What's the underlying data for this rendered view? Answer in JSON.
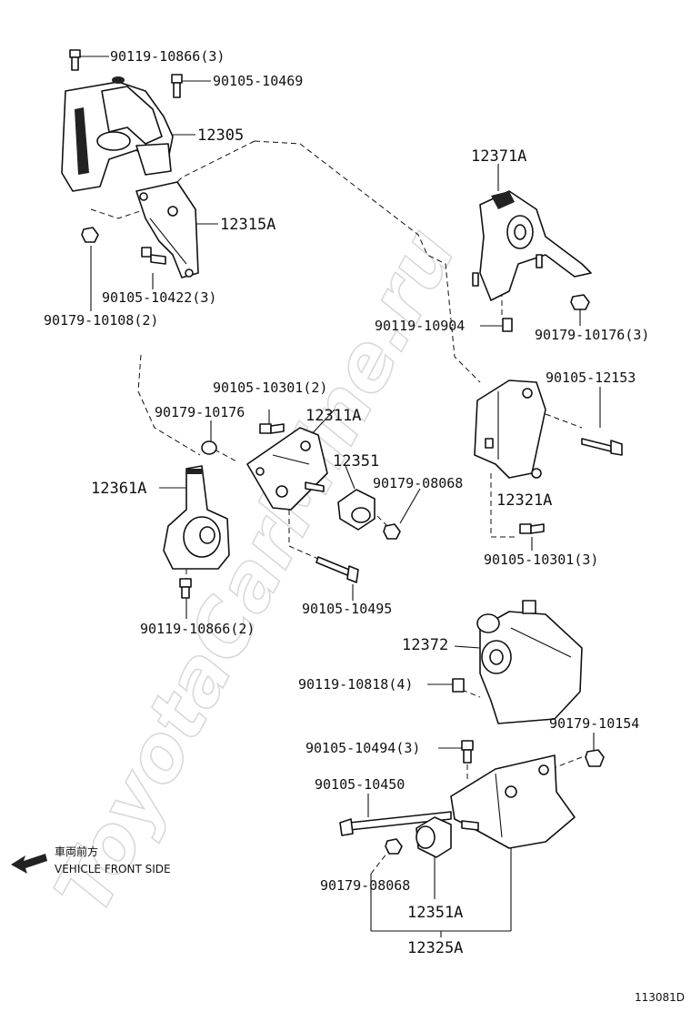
{
  "watermark": "ToyotaCarMine.ru",
  "labels": {
    "p90119_10866_3": "90119-10866(3)",
    "p90105_10469": "90105-10469",
    "p12305": "12305",
    "p12315A": "12315A",
    "p90105_10422_3": "90105-10422(3)",
    "p90179_10108_2": "90179-10108(2)",
    "p12371A": "12371A",
    "p90119_10904": "90119-10904",
    "p90179_10176_3": "90179-10176(3)",
    "p90105_10301_2": "90105-10301(2)",
    "p90179_10176": "90179-10176",
    "p12311A": "12311A",
    "p12351": "12351",
    "p90179_08068_a": "90179-08068",
    "p12361A": "12361A",
    "p90105_12153": "90105-12153",
    "p12321A": "12321A",
    "p90105_10301_3": "90105-10301(3)",
    "p90105_10495": "90105-10495",
    "p90119_10866_2": "90119-10866(2)",
    "p12372": "12372",
    "p90119_10818_4": "90119-10818(4)",
    "p90179_10154": "90179-10154",
    "p90105_10494_3": "90105-10494(3)",
    "p90105_10450": "90105-10450",
    "p90179_08068_b": "90179-08068",
    "p12351A": "12351A",
    "p12325A": "12325A"
  },
  "direction": {
    "jp": "車両前方",
    "en": "VEHICLE FRONT SIDE",
    "icon": "arrow-left-icon"
  },
  "diagram_code": "113081D"
}
